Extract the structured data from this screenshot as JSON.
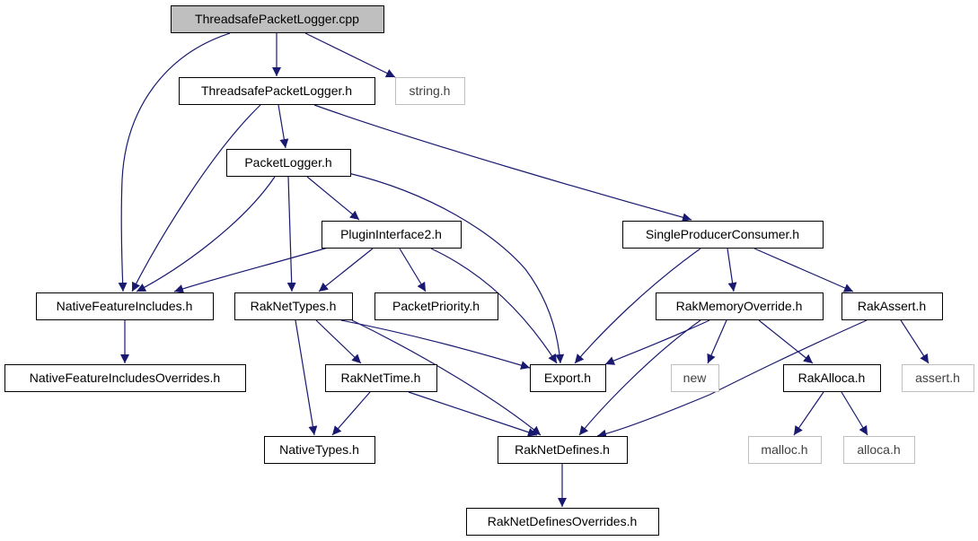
{
  "colors": {
    "background": "#ffffff",
    "edge": "#191970",
    "node_border_main": "#000000",
    "node_border_external": "#bfbfbf",
    "node_fill_root": "#bfbfbf",
    "node_fill": "#ffffff",
    "external_text": "#404040"
  },
  "icons": {
    "arrowhead": "arrowhead-icon"
  },
  "nodes": [
    {
      "id": "n0",
      "label": "ThreadsafePacketLogger.cpp",
      "kind": "root"
    },
    {
      "id": "n1",
      "label": "ThreadsafePacketLogger.h",
      "kind": "normal"
    },
    {
      "id": "n2",
      "label": "string.h",
      "kind": "external"
    },
    {
      "id": "n3",
      "label": "PacketLogger.h",
      "kind": "normal"
    },
    {
      "id": "n4",
      "label": "SingleProducerConsumer.h",
      "kind": "normal"
    },
    {
      "id": "n5",
      "label": "PluginInterface2.h",
      "kind": "normal"
    },
    {
      "id": "n6",
      "label": "NativeFeatureIncludes.h",
      "kind": "normal"
    },
    {
      "id": "n7",
      "label": "RakNetTypes.h",
      "kind": "normal"
    },
    {
      "id": "n8",
      "label": "PacketPriority.h",
      "kind": "normal"
    },
    {
      "id": "n9",
      "label": "RakMemoryOverride.h",
      "kind": "normal"
    },
    {
      "id": "n10",
      "label": "RakAssert.h",
      "kind": "normal"
    },
    {
      "id": "n11",
      "label": "NativeFeatureIncludesOverrides.h",
      "kind": "normal"
    },
    {
      "id": "n12",
      "label": "RakNetTime.h",
      "kind": "normal"
    },
    {
      "id": "n13",
      "label": "Export.h",
      "kind": "normal"
    },
    {
      "id": "n14",
      "label": "new",
      "kind": "external"
    },
    {
      "id": "n15",
      "label": "RakAlloca.h",
      "kind": "normal"
    },
    {
      "id": "n16",
      "label": "assert.h",
      "kind": "external"
    },
    {
      "id": "n17",
      "label": "NativeTypes.h",
      "kind": "normal"
    },
    {
      "id": "n18",
      "label": "RakNetDefines.h",
      "kind": "normal"
    },
    {
      "id": "n19",
      "label": "malloc.h",
      "kind": "external"
    },
    {
      "id": "n20",
      "label": "alloca.h",
      "kind": "external"
    },
    {
      "id": "n21",
      "label": "RakNetDefinesOverrides.h",
      "kind": "normal"
    }
  ],
  "edges": [
    {
      "from": "n0",
      "to": "n1"
    },
    {
      "from": "n0",
      "to": "n2"
    },
    {
      "from": "n0",
      "to": "n6"
    },
    {
      "from": "n1",
      "to": "n3"
    },
    {
      "from": "n1",
      "to": "n4"
    },
    {
      "from": "n1",
      "to": "n6"
    },
    {
      "from": "n3",
      "to": "n5"
    },
    {
      "from": "n3",
      "to": "n6"
    },
    {
      "from": "n3",
      "to": "n7"
    },
    {
      "from": "n3",
      "to": "n13"
    },
    {
      "from": "n5",
      "to": "n6"
    },
    {
      "from": "n5",
      "to": "n7"
    },
    {
      "from": "n5",
      "to": "n8"
    },
    {
      "from": "n5",
      "to": "n13"
    },
    {
      "from": "n4",
      "to": "n9"
    },
    {
      "from": "n4",
      "to": "n10"
    },
    {
      "from": "n4",
      "to": "n13"
    },
    {
      "from": "n6",
      "to": "n11"
    },
    {
      "from": "n7",
      "to": "n12"
    },
    {
      "from": "n7",
      "to": "n13"
    },
    {
      "from": "n7",
      "to": "n17"
    },
    {
      "from": "n7",
      "to": "n18"
    },
    {
      "from": "n9",
      "to": "n13"
    },
    {
      "from": "n9",
      "to": "n14"
    },
    {
      "from": "n9",
      "to": "n15"
    },
    {
      "from": "n9",
      "to": "n18"
    },
    {
      "from": "n10",
      "to": "n16"
    },
    {
      "from": "n10",
      "to": "n18"
    },
    {
      "from": "n12",
      "to": "n17"
    },
    {
      "from": "n12",
      "to": "n18"
    },
    {
      "from": "n15",
      "to": "n19"
    },
    {
      "from": "n15",
      "to": "n20"
    },
    {
      "from": "n18",
      "to": "n21"
    }
  ]
}
